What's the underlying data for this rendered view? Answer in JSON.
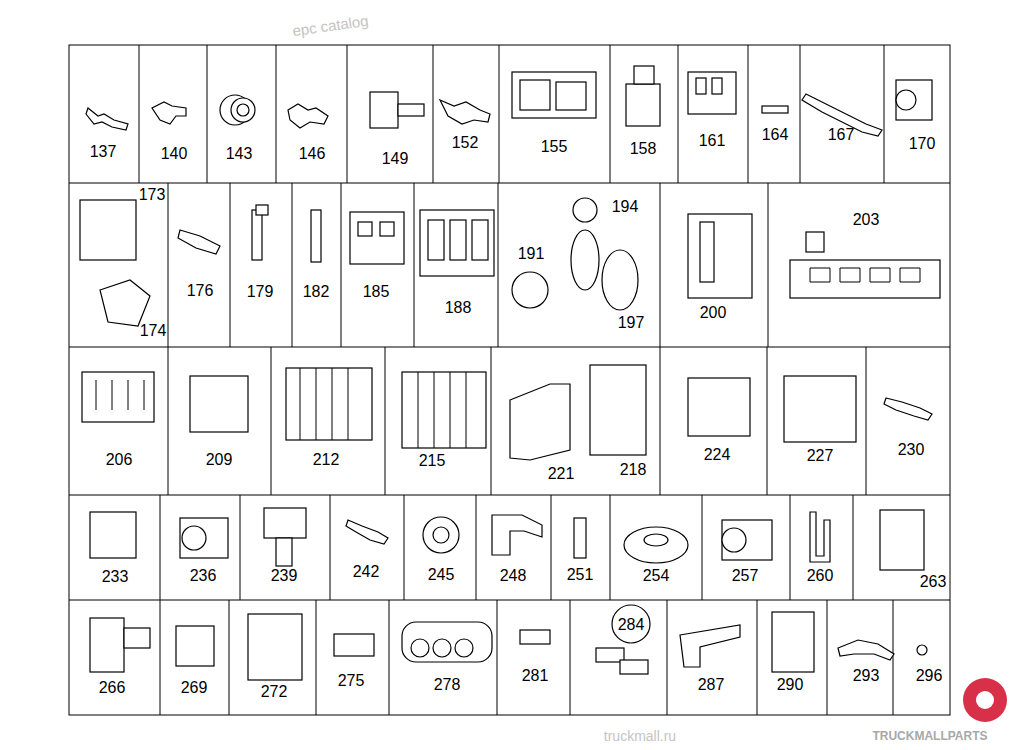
{
  "diagram": {
    "labels": [
      "137",
      "140",
      "143",
      "146",
      "149",
      "152",
      "155",
      "158",
      "161",
      "164",
      "167",
      "170",
      "173",
      "174",
      "176",
      "179",
      "182",
      "185",
      "188",
      "191",
      "194",
      "197",
      "200",
      "203",
      "206",
      "209",
      "212",
      "215",
      "221",
      "218",
      "224",
      "227",
      "230",
      "233",
      "236",
      "239",
      "242",
      "245",
      "248",
      "251",
      "254",
      "257",
      "260",
      "263",
      "266",
      "269",
      "272",
      "275",
      "278",
      "281",
      "284",
      "287",
      "290",
      "293",
      "296",
      "epc catalog",
      "truckmall.ru",
      "TRUCKMALLPARTS"
    ]
  }
}
